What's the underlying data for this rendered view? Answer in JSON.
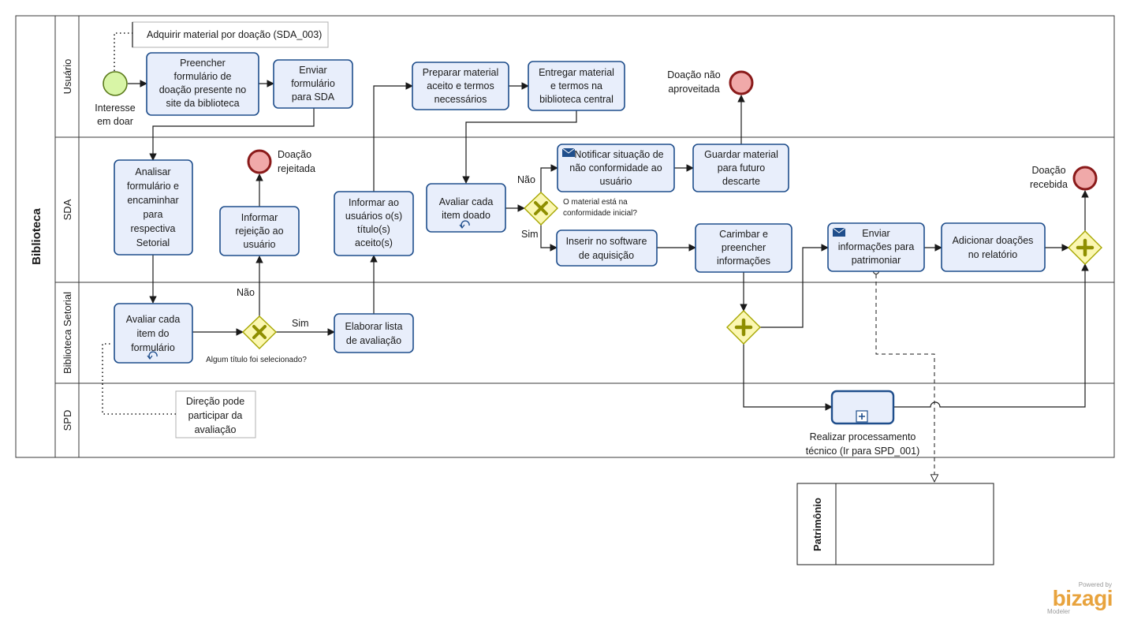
{
  "pool": {
    "title": "Biblioteca"
  },
  "lanes": {
    "usuario": "Usuário",
    "sda": "SDA",
    "setorial": "Biblioteca Setorial",
    "spd": "SPD"
  },
  "external_pool": {
    "title": "Patrimônio"
  },
  "annotations": {
    "top": "Adquirir material por doação (SDA_003)",
    "bottom": [
      "Direção pode",
      "participar da",
      "avaliação"
    ]
  },
  "events": {
    "start": [
      "Interesse",
      "em doar"
    ],
    "end_nao_aproveitada": [
      "Doação não",
      "aproveitada"
    ],
    "end_rejeitada": [
      "Doação",
      "rejeitada"
    ],
    "end_recebida": [
      "Doação",
      "recebida"
    ]
  },
  "tasks": {
    "preencher": [
      "Preencher",
      "formulário de",
      "doação presente no",
      "site da biblioteca"
    ],
    "enviar_form": [
      "Enviar",
      "formulário",
      "para SDA"
    ],
    "preparar": [
      "Preparar material",
      "aceito e termos",
      "necessários"
    ],
    "entregar": [
      "Entregar material",
      "e termos na",
      "biblioteca central"
    ],
    "analisar": [
      "Analisar",
      "formulário e",
      "encaminhar",
      "para",
      "respectiva",
      "Setorial"
    ],
    "informar_rejeicao": [
      "Informar",
      "rejeição ao",
      "usuário"
    ],
    "informar_usuarios": [
      "Informar ao",
      "usuários o(s)",
      "título(s)",
      "aceito(s)"
    ],
    "avaliar_item_doado": [
      "Avaliar cada",
      "item doado"
    ],
    "notificar": [
      "Notificar situação de",
      "não conformidade ao",
      "usuário"
    ],
    "guardar": [
      "Guardar material",
      "para futuro",
      "descarte"
    ],
    "inserir": [
      "Inserir no software",
      "de aquisição"
    ],
    "carimbar": [
      "Carimbar e",
      "preencher",
      "informações"
    ],
    "enviar_info": [
      "Enviar",
      "informações para",
      "patrimoniar"
    ],
    "adicionar": [
      "Adicionar doações",
      "no relatório"
    ],
    "avaliar_formulario": [
      "Avaliar cada",
      "item do",
      "formulário"
    ],
    "elaborar": [
      "Elaborar lista",
      "de avaliação"
    ],
    "realizar": [
      "Realizar processamento",
      "técnico (Ir para SPD_001)"
    ]
  },
  "gateways": {
    "conformidade_question": [
      "O material está na",
      "conformidade inicial?"
    ],
    "selecionado_question": "Algum título foi selecionado?"
  },
  "flow_labels": {
    "nao_1": "Não",
    "sim_1": "Sim",
    "nao_2": "Não",
    "sim_2": "Sim"
  },
  "branding": {
    "powered": "Powered by",
    "name": "bizagi",
    "product": "Modeler"
  },
  "colors": {
    "task_fill": "#e8eefb",
    "task_stroke": "#1f4e8c",
    "gateway_fill": "#fbf7b2",
    "start_fill": "#d8f5a6",
    "end_fill": "#f0a9a9",
    "bizagi_brand": "#e8a33d"
  }
}
